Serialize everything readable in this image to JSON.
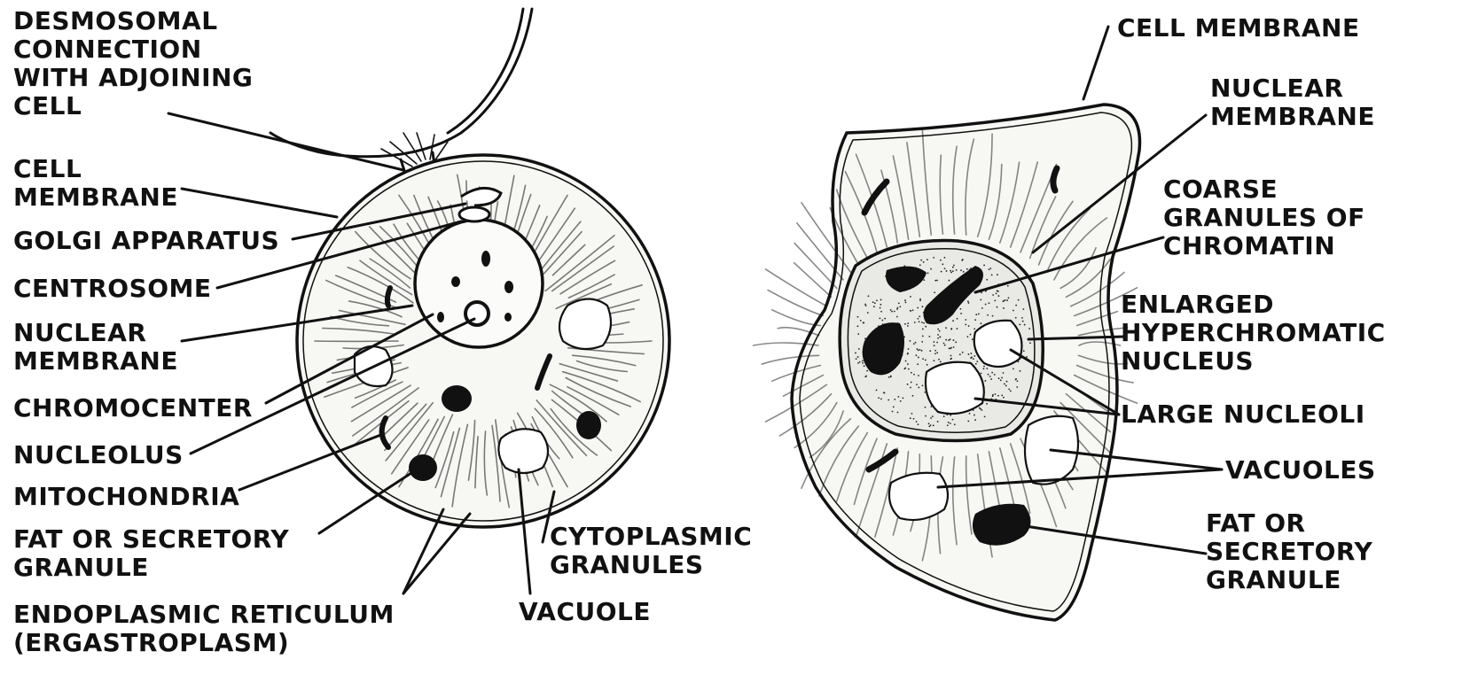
{
  "left_cell": {
    "desmosomal": [
      "DESMOSOMAL",
      "CONNECTION",
      "WITH ADJOINING",
      "CELL"
    ],
    "cell_membrane": [
      "CELL",
      "MEMBRANE"
    ],
    "golgi": "GOLGI APPARATUS",
    "centrosome": "CENTROSOME",
    "nuclear_membrane": [
      "NUCLEAR",
      "MEMBRANE"
    ],
    "chromocenter": "CHROMOCENTER",
    "nucleolus": "NUCLEOLUS",
    "mitochondria": "MITOCHONDRIA",
    "fat_granule": [
      "FAT OR SECRETORY",
      "GRANULE"
    ],
    "er": [
      "ENDOPLASMIC RETICULUM",
      "(ERGASTROPLASM)"
    ],
    "cytoplasmic": [
      "CYTOPLASMIC",
      "GRANULES"
    ],
    "vacuole": "VACUOLE"
  },
  "right_cell": {
    "cell_membrane": "CELL MEMBRANE",
    "nuclear_membrane": [
      "NUCLEAR",
      "MEMBRANE"
    ],
    "coarse": [
      "COARSE",
      "GRANULES OF",
      "CHROMATIN"
    ],
    "enlarged": [
      "ENLARGED",
      "HYPERCHROMATIC",
      "NUCLEUS"
    ],
    "nucleoli": "LARGE NUCLEOLI",
    "vacuoles": "VACUOLES",
    "fat": [
      "FAT OR",
      "SECRETORY",
      "GRANULE"
    ]
  }
}
